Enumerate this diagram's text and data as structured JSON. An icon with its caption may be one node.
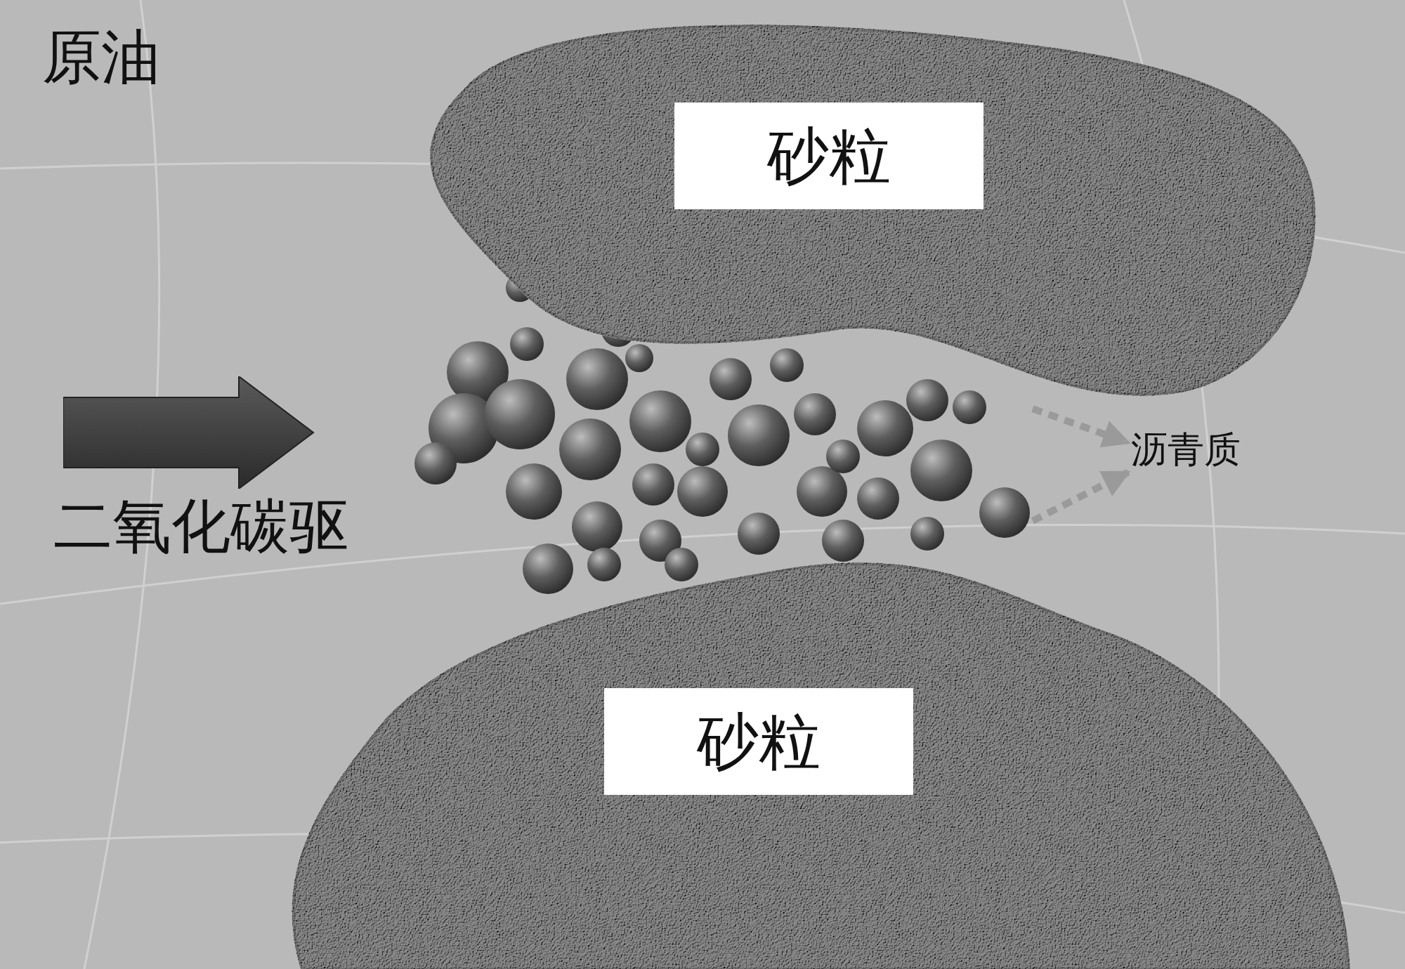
{
  "diagram": {
    "nodes": [
      {
        "text": [
          "砂粒"
        ]
      },
      {
        "text": [
          "砂粒"
        ]
      },
      {
        "text": [],
        "shape": "picture"
      },
      {
        "text": [
          "沥青质"
        ]
      }
    ],
    "edges": [
      {
        "from": 2,
        "to": 3,
        "arrow": "to",
        "style": "dashed",
        "color": "#9a9a9a"
      },
      {
        "from": 2,
        "to": 3,
        "arrow": "to",
        "style": "dashed",
        "color": "#9a9a9a"
      }
    ],
    "labels": [
      "原油",
      "二氧化碳驱"
    ]
  }
}
